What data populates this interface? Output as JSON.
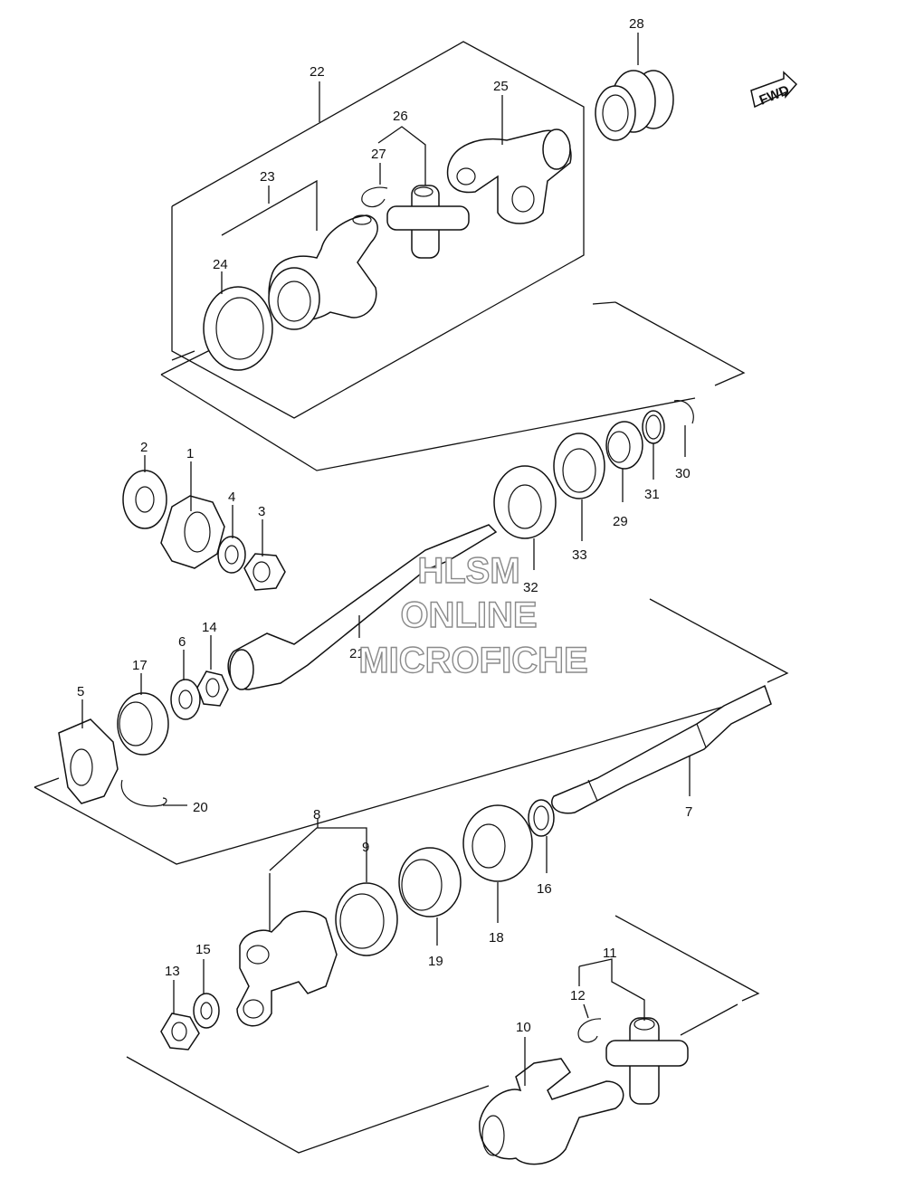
{
  "watermark": {
    "line1": "HLSM",
    "line2": "ONLINE",
    "line3": "MICROFICHE"
  },
  "fwd_label": "FWD",
  "labels": {
    "p1": "1",
    "p2": "2",
    "p3": "3",
    "p4": "4",
    "p5": "5",
    "p6": "6",
    "p7": "7",
    "p8": "8",
    "p9": "9",
    "p10": "10",
    "p11": "11",
    "p12": "12",
    "p13": "13",
    "p14": "14",
    "p15": "15",
    "p16": "16",
    "p17": "17",
    "p18": "18",
    "p19": "19",
    "p20": "20",
    "p21": "21",
    "p22": "22",
    "p23": "23",
    "p24": "24",
    "p25": "25",
    "p26": "26",
    "p27": "27",
    "p28": "28",
    "p29": "29",
    "p30": "30",
    "p31": "31",
    "p32": "32",
    "p33": "33"
  }
}
